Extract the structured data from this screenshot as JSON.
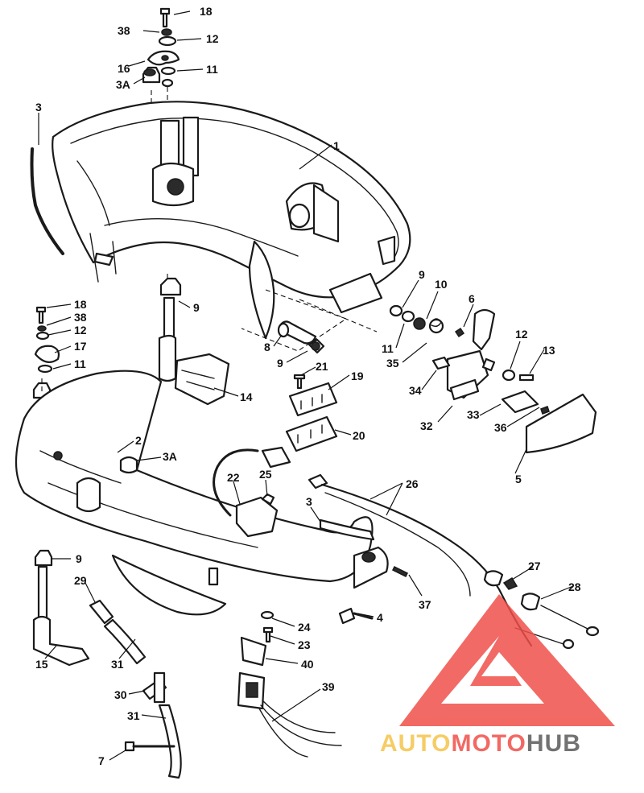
{
  "callouts": {
    "c18a": "18",
    "c38a": "38",
    "c12a": "12",
    "c16": "16",
    "c11a": "11",
    "c3Aa": "3A",
    "c3a": "3",
    "c1": "1",
    "c9a": "9",
    "c10": "10",
    "c6": "6",
    "c18b": "18",
    "c38b": "38",
    "c12b": "12",
    "c17": "17",
    "c11b": "11",
    "c9b": "9",
    "c8": "8",
    "c9c": "9",
    "c11c": "11",
    "c35": "35",
    "c12c": "12",
    "c13": "13",
    "c14": "14",
    "c21": "21",
    "c19": "19",
    "c34": "34",
    "c20": "20",
    "c32": "32",
    "c33": "33",
    "c36": "36",
    "c5": "5",
    "c2": "2",
    "c3Ab": "3A",
    "c22": "22",
    "c25": "25",
    "c26": "26",
    "c3b": "3",
    "c9d": "9",
    "c29": "29",
    "c27": "27",
    "c28": "28",
    "c37": "37",
    "c4": "4",
    "c24": "24",
    "c23": "23",
    "c15": "15",
    "c31a": "31",
    "c40": "40",
    "c39": "39",
    "c30": "30",
    "c31b": "31",
    "c7": "7"
  },
  "watermark": {
    "brand_part1": "AUTO",
    "brand_part2": "MOTO",
    "brand_part3": "HUB",
    "color_red": "#f0504a",
    "color_yellow": "#f5c44a",
    "color_gray": "#5a5a5a"
  }
}
